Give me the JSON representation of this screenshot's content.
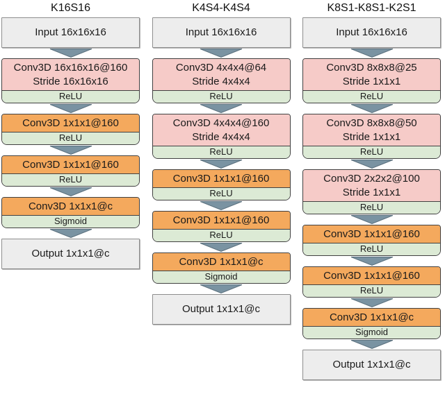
{
  "figure": {
    "description_colors": {
      "input_output_fill": "#EDEDED",
      "input_output_border": "#8D8D8D",
      "conv_strided_fill": "#F6CBC8",
      "conv_pointwise_fill": "#F4A95D",
      "activation_fill": "#DCEAD5",
      "block_border": "#404040",
      "arrow_fill": "#7A93A2",
      "arrow_stroke": "#5B707D",
      "text": "#1A1A1A"
    }
  },
  "columns": [
    {
      "title": "K16S16",
      "layers": [
        {
          "kind": "io",
          "label": "Input 16x16x16"
        },
        {
          "kind": "conv",
          "variant": "strided",
          "line1": "Conv3D 16x16x16@160",
          "line2": "Stride 16x16x16",
          "activation": "ReLU"
        },
        {
          "kind": "conv",
          "variant": "pointwise",
          "line1": "Conv3D 1x1x1@160",
          "activation": "ReLU"
        },
        {
          "kind": "conv",
          "variant": "pointwise",
          "line1": "Conv3D 1x1x1@160",
          "activation": "ReLU"
        },
        {
          "kind": "conv",
          "variant": "pointwise",
          "line1": "Conv3D 1x1x1@c",
          "activation": "Sigmoid"
        },
        {
          "kind": "io",
          "label": "Output 1x1x1@c"
        }
      ]
    },
    {
      "title": "K4S4-K4S4",
      "layers": [
        {
          "kind": "io",
          "label": "Input 16x16x16"
        },
        {
          "kind": "conv",
          "variant": "strided",
          "line1": "Conv3D 4x4x4@64",
          "line2": "Stride 4x4x4",
          "activation": "ReLU"
        },
        {
          "kind": "conv",
          "variant": "strided",
          "line1": "Conv3D 4x4x4@160",
          "line2": "Stride 4x4x4",
          "activation": "ReLU"
        },
        {
          "kind": "conv",
          "variant": "pointwise",
          "line1": "Conv3D 1x1x1@160",
          "activation": "ReLU"
        },
        {
          "kind": "conv",
          "variant": "pointwise",
          "line1": "Conv3D 1x1x1@160",
          "activation": "ReLU"
        },
        {
          "kind": "conv",
          "variant": "pointwise",
          "line1": "Conv3D 1x1x1@c",
          "activation": "Sigmoid"
        },
        {
          "kind": "io",
          "label": "Output 1x1x1@c"
        }
      ]
    },
    {
      "title": "K8S1-K8S1-K2S1",
      "layers": [
        {
          "kind": "io",
          "label": "Input 16x16x16"
        },
        {
          "kind": "conv",
          "variant": "strided",
          "line1": "Conv3D 8x8x8@25",
          "line2": "Stride 1x1x1",
          "activation": "ReLU"
        },
        {
          "kind": "conv",
          "variant": "strided",
          "line1": "Conv3D 8x8x8@50",
          "line2": "Stride 1x1x1",
          "activation": "ReLU"
        },
        {
          "kind": "conv",
          "variant": "strided",
          "line1": "Conv3D 2x2x2@100",
          "line2": "Stride 1x1x1",
          "activation": "ReLU"
        },
        {
          "kind": "conv",
          "variant": "pointwise",
          "line1": "Conv3D 1x1x1@160",
          "activation": "ReLU"
        },
        {
          "kind": "conv",
          "variant": "pointwise",
          "line1": "Conv3D 1x1x1@160",
          "activation": "ReLU"
        },
        {
          "kind": "conv",
          "variant": "pointwise",
          "line1": "Conv3D 1x1x1@c",
          "activation": "Sigmoid"
        },
        {
          "kind": "io",
          "label": "Output 1x1x1@c"
        }
      ]
    }
  ]
}
